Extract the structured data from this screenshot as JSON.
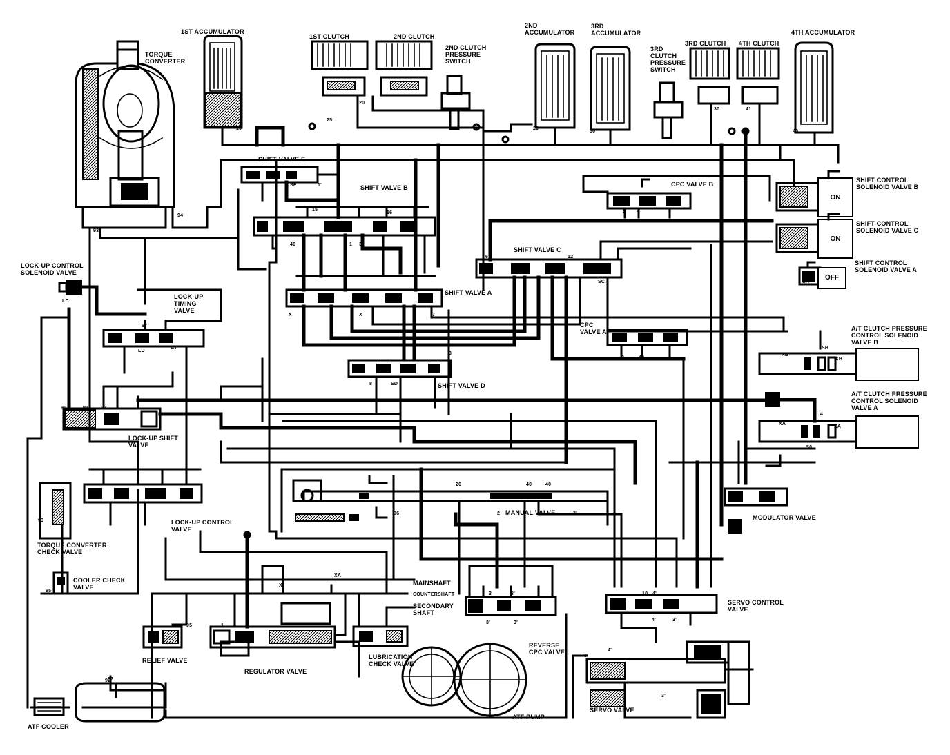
{
  "labels": {
    "torque_converter": "TORQUE\nCONVERTER",
    "first_accumulator": "1ST ACCUMULATOR",
    "first_clutch": "1ST CLUTCH",
    "second_clutch": "2ND CLUTCH",
    "second_clutch_pressure_switch": "2ND CLUTCH\nPRESSURE\nSWITCH",
    "second_accumulator": "2ND\nACCUMULATOR",
    "third_accumulator": "3RD\nACCUMULATOR",
    "third_clutch_pressure_switch": "3RD\nCLUTCH\nPRESSURE\nSWITCH",
    "third_clutch": "3RD CLUTCH",
    "fourth_clutch": "4TH CLUTCH",
    "fourth_accumulator": "4TH ACCUMULATOR",
    "shift_valve_e": "SHIFT VALVE E",
    "shift_valve_b": "SHIFT VALVE B",
    "cpc_valve_b": "CPC VALVE B",
    "shift_control_solenoid_b": "SHIFT CONTROL\nSOLENOID VALVE B",
    "shift_control_solenoid_c": "SHIFT CONTROL\nSOLENOID VALVE C",
    "shift_control_solenoid_a": "SHIFT CONTROL\nSOLENOID VALVE A",
    "shift_valve_c": "SHIFT VALVE C",
    "shift_valve_a": "SHIFT VALVE A",
    "lock_up_control_solenoid": "LOCK-UP CONTROL\nSOLENOID VALVE",
    "lock_up_timing_valve": "LOCK-UP\nTIMING\nVALVE",
    "cpc_valve_a": "CPC\nVALVE A",
    "at_clutch_pcs_b": "A/T CLUTCH PRESSURE\nCONTROL SOLENOID\nVALVE B",
    "at_clutch_pcs_a": "A/T CLUTCH PRESSURE\nCONTROL SOLENOID\nVALVE A",
    "shift_valve_d": "SHIFT VALVE D",
    "lock_up_shift_valve": "LOCK-UP SHIFT\nVALVE",
    "lock_up_control_valve": "LOCK-UP CONTROL\nVALVE",
    "manual_valve": "MANUAL VALVE",
    "modulator_valve": "MODULATOR VALVE",
    "torque_converter_check_valve": "TORQUE CONVERTER\nCHECK VALVE",
    "cooler_check_valve": "COOLER CHECK\nVALVE",
    "mainshaft": "MAINSHAFT",
    "countershaft": "COUNTERSHAFT",
    "secondary_shaft": "SECONDARY\nSHAFT",
    "servo_control_valve": "SERVO CONTROL\nVALVE",
    "reverse_cpc_valve": "REVERSE\nCPC VALVE",
    "relief_valve": "RELIEF VALVE",
    "regulator_valve": "REGULATOR VALVE",
    "lubrication_check_valve": "LUBRICATION\nCHECK VALVE",
    "servo_valve": "SERVO VALVE",
    "atf_cooler": "ATF COOLER",
    "atf_pump": "ATF PUMP"
  },
  "solenoid_states": {
    "solenoid_b": "ON",
    "solenoid_c": "ON",
    "solenoid_a": "OFF"
  },
  "port_codes": {
    "p1": "1",
    "p1a": "1'",
    "p2": "2",
    "p3": "3",
    "p3a": "3'",
    "p4": "4",
    "p4a": "4'",
    "p5": "5",
    "p6": "6",
    "p7": "7",
    "p8": "8",
    "p9": "9",
    "p10": "10",
    "p11": "11",
    "p12": "12",
    "p15": "15",
    "p16": "16",
    "p20": "20",
    "p25": "25",
    "p30": "30",
    "p40": "40",
    "p41": "41",
    "p50": "50",
    "p90": "90",
    "p91": "91",
    "p92": "92",
    "p93": "93",
    "p94": "94",
    "p95": "95",
    "p96": "96",
    "p97": "97",
    "pX": "X",
    "pXA": "XA",
    "pXB": "XB",
    "pLC": "LC",
    "pLD": "LD",
    "pSA": "SA",
    "pSB": "SB",
    "pSC": "SC",
    "pSD": "SD",
    "pSE": "SE"
  }
}
